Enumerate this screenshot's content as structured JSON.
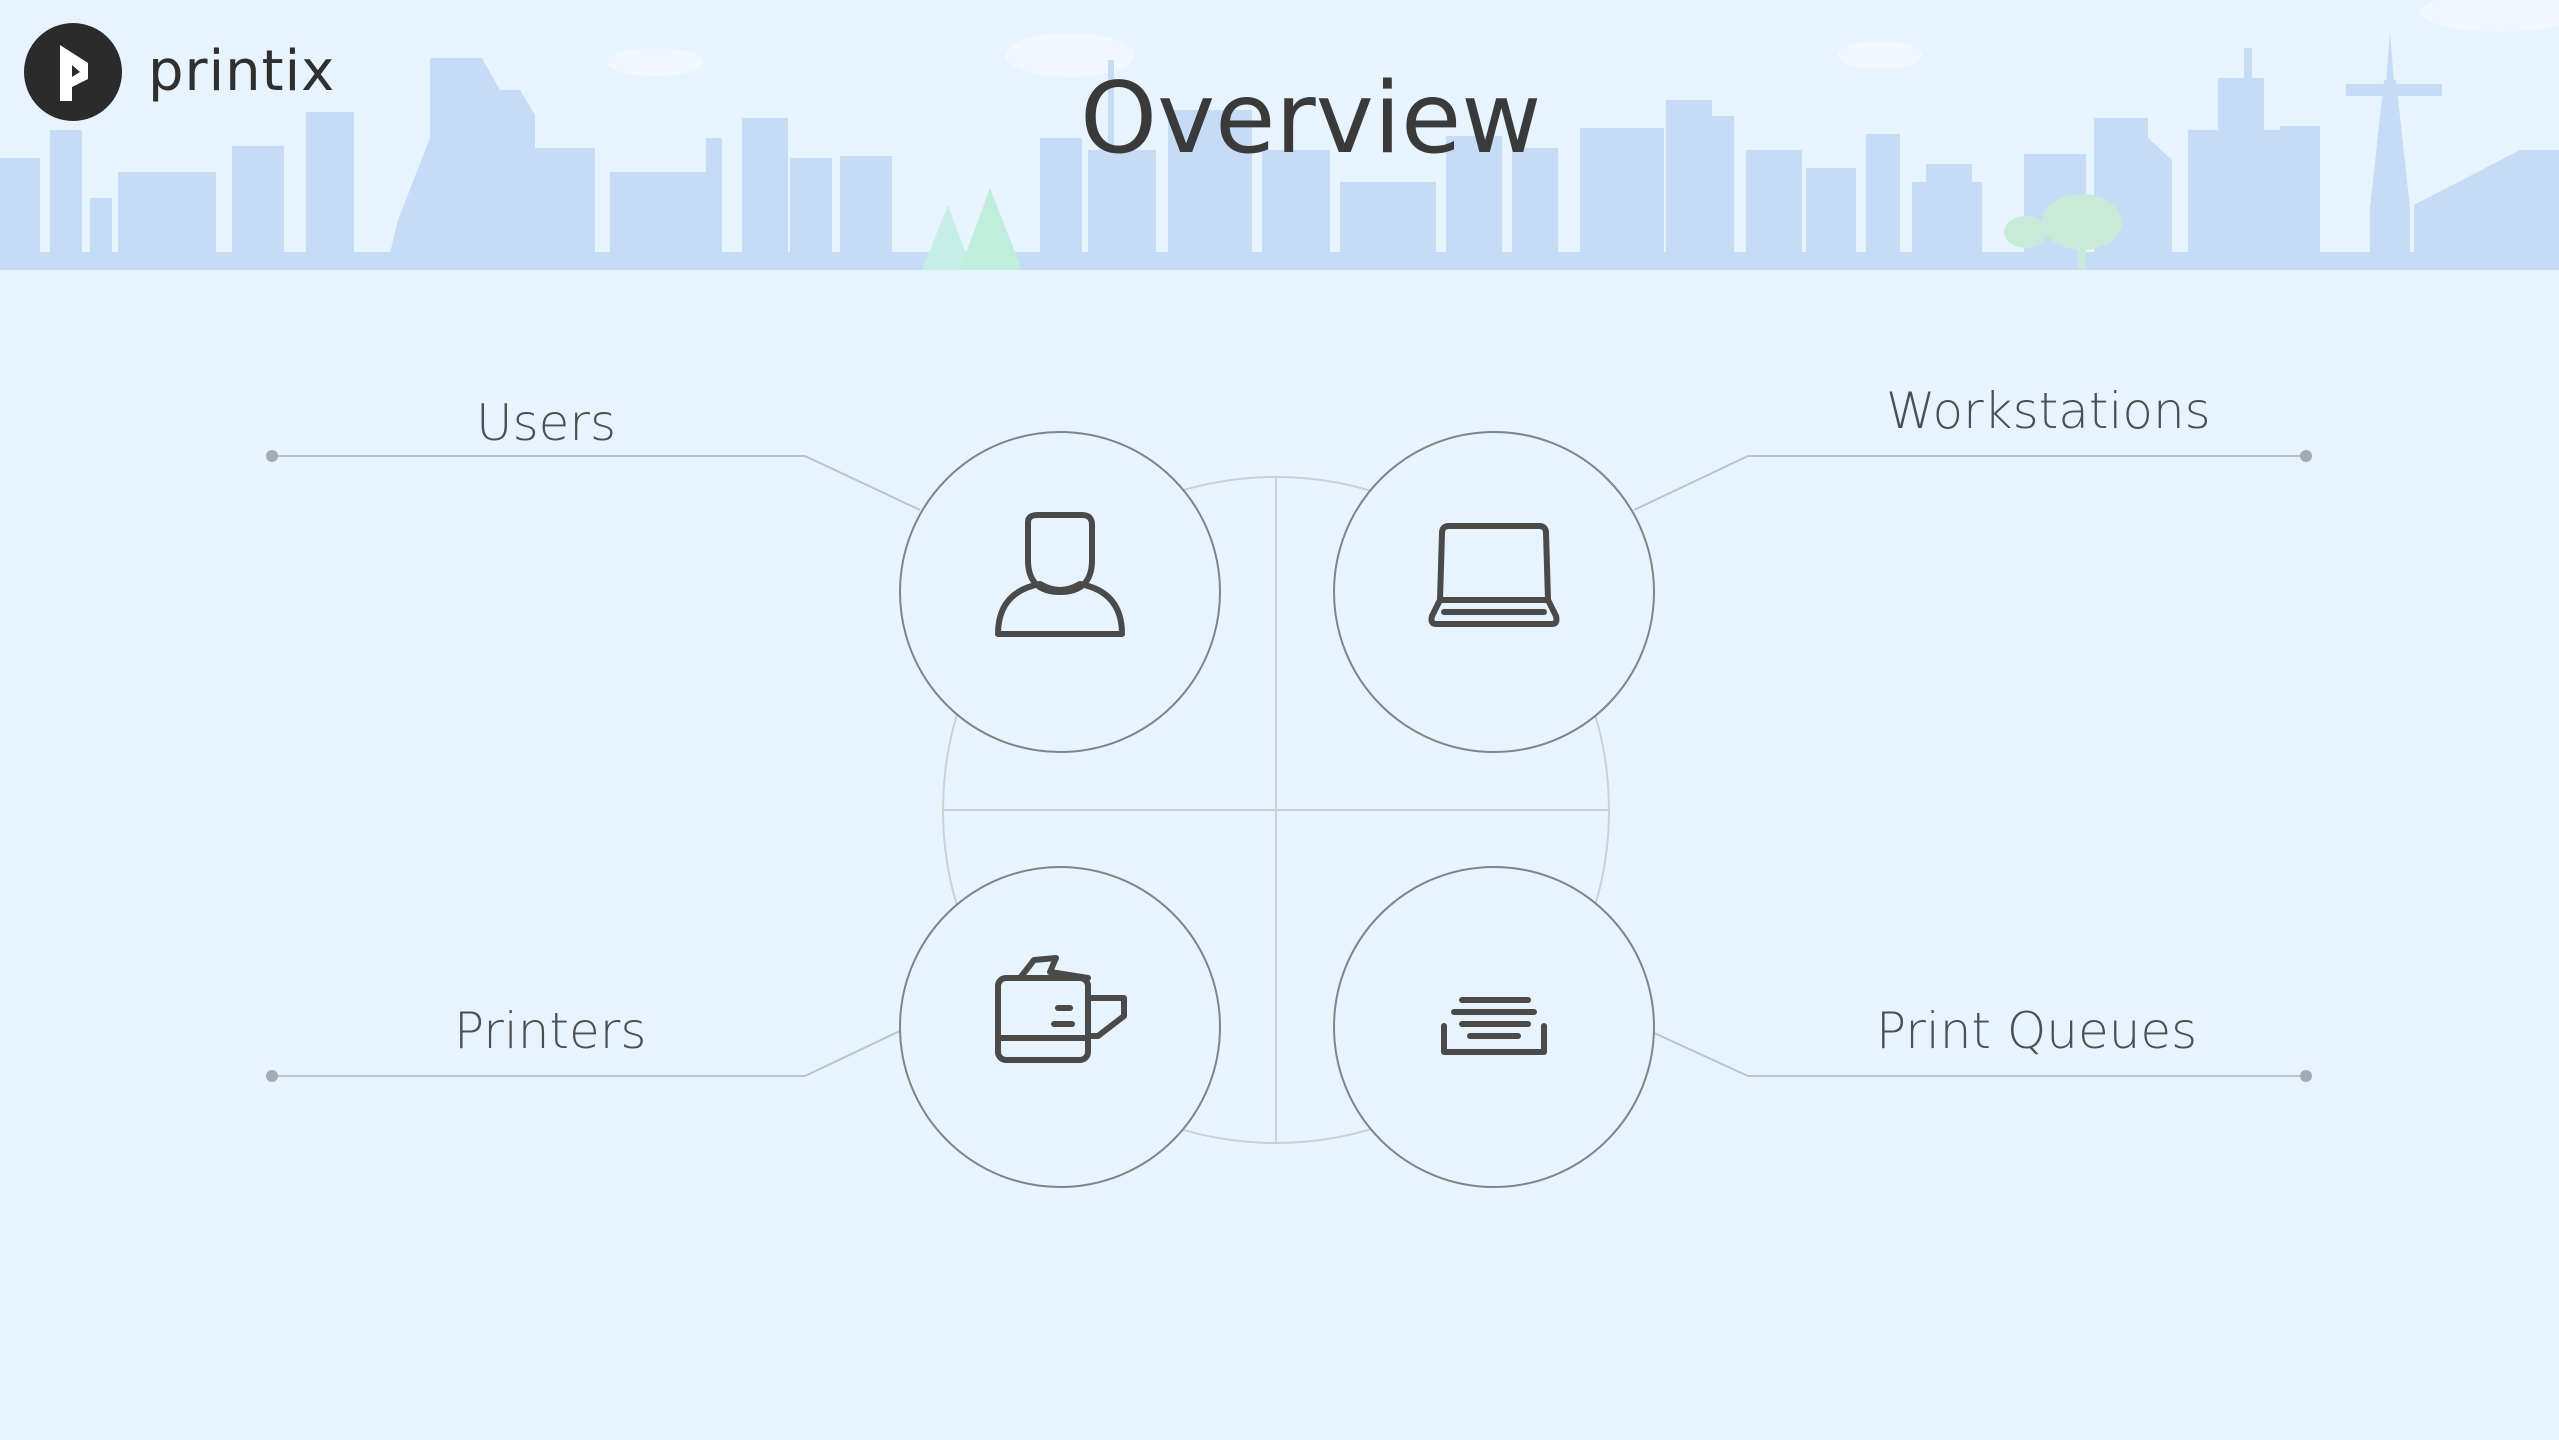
{
  "brand": {
    "name": "printix",
    "logo_icon": "printix-arrow-logo"
  },
  "page": {
    "title": "Overview"
  },
  "nodes": [
    {
      "id": "users",
      "label": "Users",
      "icon": "user-icon"
    },
    {
      "id": "workstations",
      "label": "Workstations",
      "icon": "laptop-icon"
    },
    {
      "id": "printers",
      "label": "Printers",
      "icon": "printer-icon"
    },
    {
      "id": "print-queues",
      "label": "Print Queues",
      "icon": "queue-icon"
    }
  ],
  "colors": {
    "background": "#e7f4fd",
    "skyline": "#c5dbf6",
    "text": "#3a3a3a",
    "line": "#b9c3ca",
    "icon": "#4a4a4a"
  }
}
